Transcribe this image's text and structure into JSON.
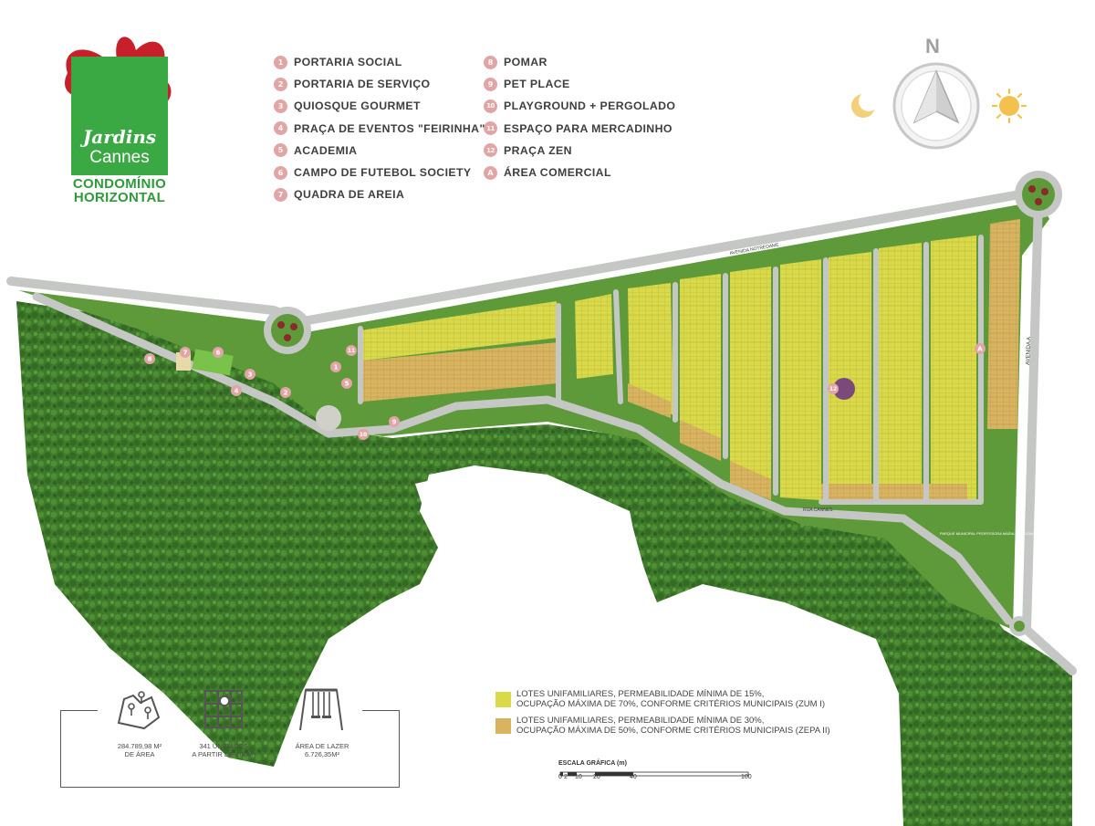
{
  "logo": {
    "word1": "Jardins",
    "word2": "Cannes",
    "subtitle_line1": "CONDOMÍNIO",
    "subtitle_line2": "HORIZONTAL"
  },
  "legend_left": [
    {
      "marker": "1",
      "label": "PORTARIA SOCIAL"
    },
    {
      "marker": "2",
      "label": "PORTARIA DE SERVIÇO"
    },
    {
      "marker": "3",
      "label": "QUIOSQUE GOURMET"
    },
    {
      "marker": "4",
      "label": "PRAÇA DE EVENTOS \"FEIRINHA\""
    },
    {
      "marker": "5",
      "label": "ACADEMIA"
    },
    {
      "marker": "6",
      "label": "CAMPO DE FUTEBOL SOCIETY"
    },
    {
      "marker": "7",
      "label": "QUADRA DE AREIA"
    }
  ],
  "legend_right": [
    {
      "marker": "8",
      "label": "POMAR"
    },
    {
      "marker": "9",
      "label": "PET PLACE"
    },
    {
      "marker": "10",
      "label": "PLAYGROUND + PERGOLADO"
    },
    {
      "marker": "11",
      "label": "ESPAÇO PARA MERCADINHO"
    },
    {
      "marker": "12",
      "label": "PRAÇA ZEN"
    },
    {
      "marker": "A",
      "label": "ÁREA COMERCIAL"
    }
  ],
  "compass": {
    "north": "N",
    "left_icon": "moon-icon",
    "right_icon": "sun-icon"
  },
  "stats": [
    {
      "icon": "area-map-icon",
      "line1": "284.789,98 M²",
      "line2": "DE ÁREA"
    },
    {
      "icon": "lots-grid-icon",
      "line1": "341 UNIDADES",
      "line2": "A PARTIR DE 200M²"
    },
    {
      "icon": "swing-icon",
      "line1": "ÁREA DE LAZER",
      "line2": "6.726,35M²"
    }
  ],
  "zoning": [
    {
      "color": "#d9d94a",
      "line1": "LOTES UNIFAMILIARES, PERMEABILIDADE MÍNIMA DE 15%,",
      "line2": "OCUPAÇÃO MÁXIMA DE 70%, CONFORME CRITÉRIOS MUNICIPAIS (ZUM I)"
    },
    {
      "color": "#d8b460",
      "line1": "LOTES UNIFAMILIARES, PERMEABILIDADE MÍNIMA DE 30%,",
      "line2": "OCUPAÇÃO MÁXIMA DE 50%, CONFORME CRITÉRIOS MUNICIPAIS (ZEPA II)"
    }
  ],
  "scale": {
    "title": "ESCALA GRÁFICA (m)",
    "ticks": [
      "0",
      "2",
      "10",
      "20",
      "40",
      "100"
    ]
  },
  "map_labels": {
    "avenida_top": "AVENIDA NOTREDAME",
    "avenida_a": "AVENIDA A",
    "rua_cannes": "RUA CANNES",
    "parque": "PARQUE MUNICIPAL PROFESSORA MARIA ILCA GONÇALVES"
  },
  "colors": {
    "forest": "#3f7a2c",
    "lawn": "#5e9a3a",
    "road": "#c4c7c4",
    "lot_yellow": "#d9d94a",
    "lot_orange": "#d8b460",
    "marker": "#e2a5a5",
    "logo_green": "#3aa843",
    "logo_red": "#c8202a"
  }
}
